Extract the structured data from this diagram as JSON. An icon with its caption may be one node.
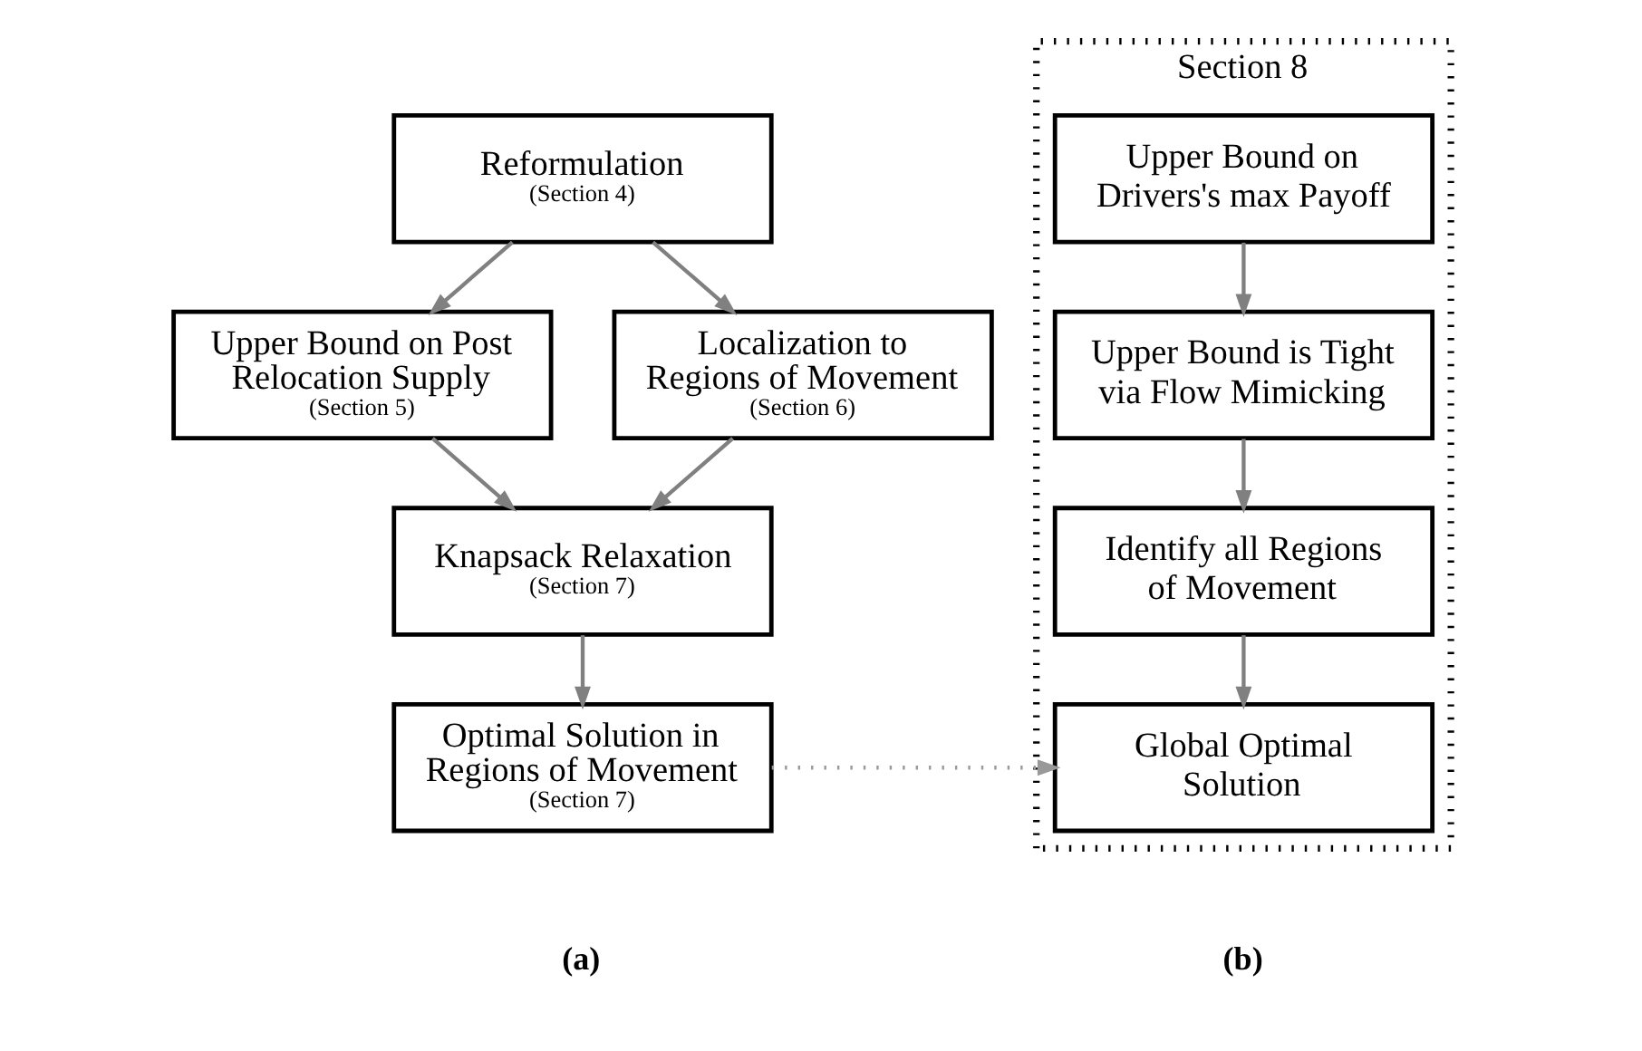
{
  "diagram": {
    "nodes": [
      {
        "text": [
          "Reformulation",
          "(Section 4)"
        ]
      },
      {
        "text": [
          "Upper Bound on Post Relocation Supply",
          "(Section 5)"
        ]
      },
      {
        "text": [
          "Localization to Regions of Movement",
          "(Section 6)"
        ]
      },
      {
        "text": [
          "Knapsack Relaxation",
          "(Section 7)"
        ]
      },
      {
        "text": [
          "Optimal Solution in Regions of Movement",
          "(Section 7)"
        ]
      },
      {
        "text": [
          "Section 8"
        ]
      },
      {
        "text": [
          "Upper Bound on Drivers's max Payoff"
        ],
        "in": 5
      },
      {
        "text": [
          "Upper Bound is Tight via Flow Mimicking"
        ],
        "in": 5
      },
      {
        "text": [
          "Identify all Regions of Movement"
        ],
        "in": 5
      },
      {
        "text": [
          "Global Optimal Solution"
        ],
        "in": 5
      }
    ],
    "edges": [
      {
        "from": 0,
        "to": 1,
        "arrow": "to"
      },
      {
        "from": 0,
        "to": 2,
        "arrow": "to"
      },
      {
        "from": 1,
        "to": 3,
        "arrow": "to"
      },
      {
        "from": 2,
        "to": 3,
        "arrow": "to"
      },
      {
        "from": 3,
        "to": 4,
        "arrow": "to"
      },
      {
        "from": 4,
        "to": 9,
        "arrow": "to",
        "style": "dashed",
        "color": "#999999"
      },
      {
        "from": 6,
        "to": 7,
        "arrow": "to"
      },
      {
        "from": 7,
        "to": 8,
        "arrow": "to"
      },
      {
        "from": 8,
        "to": 9,
        "arrow": "to"
      }
    ],
    "labels": [
      "(a)",
      "(b)"
    ]
  }
}
